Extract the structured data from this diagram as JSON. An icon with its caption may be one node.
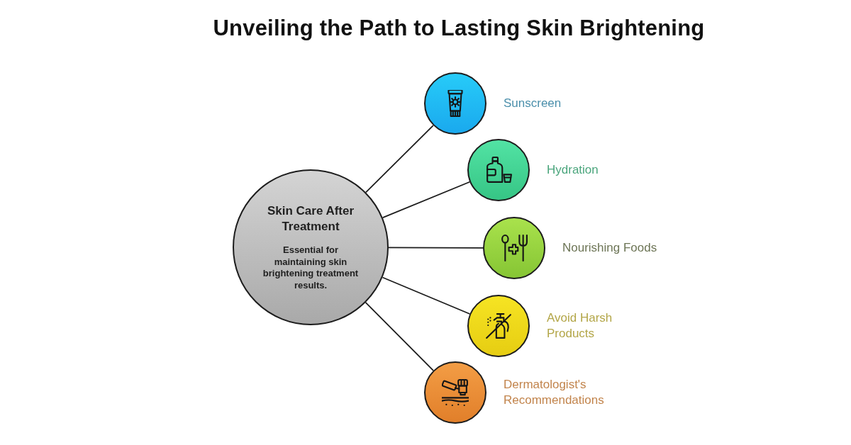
{
  "diagram": {
    "title": "Unveiling the Path to Lasting Skin Brightening",
    "nodes": [
      {
        "text": [
          "Skin Care After Treatment",
          "Essential for maintaining skin brightening treatment results."
        ]
      },
      {
        "text": [],
        "shape": "circle",
        "beside": [
          "Sunscreen"
        ]
      },
      {
        "text": [],
        "shape": "circle",
        "beside": [
          "Hydration"
        ]
      },
      {
        "text": [],
        "shape": "circle",
        "beside": [
          "Nourishing Foods"
        ]
      },
      {
        "text": [],
        "shape": "circle",
        "beside": [
          "Avoid Harsh Products"
        ]
      },
      {
        "text": [],
        "shape": "circle",
        "beside": [
          "Dermatologist's Recommendations"
        ]
      }
    ],
    "edges": [
      {
        "from": 0,
        "to": 1,
        "arrow": "none"
      },
      {
        "from": 0,
        "to": 2,
        "arrow": "none"
      },
      {
        "from": 0,
        "to": 3,
        "arrow": "none"
      },
      {
        "from": 0,
        "to": 4,
        "arrow": "none"
      },
      {
        "from": 0,
        "to": 5,
        "arrow": "none"
      }
    ]
  }
}
